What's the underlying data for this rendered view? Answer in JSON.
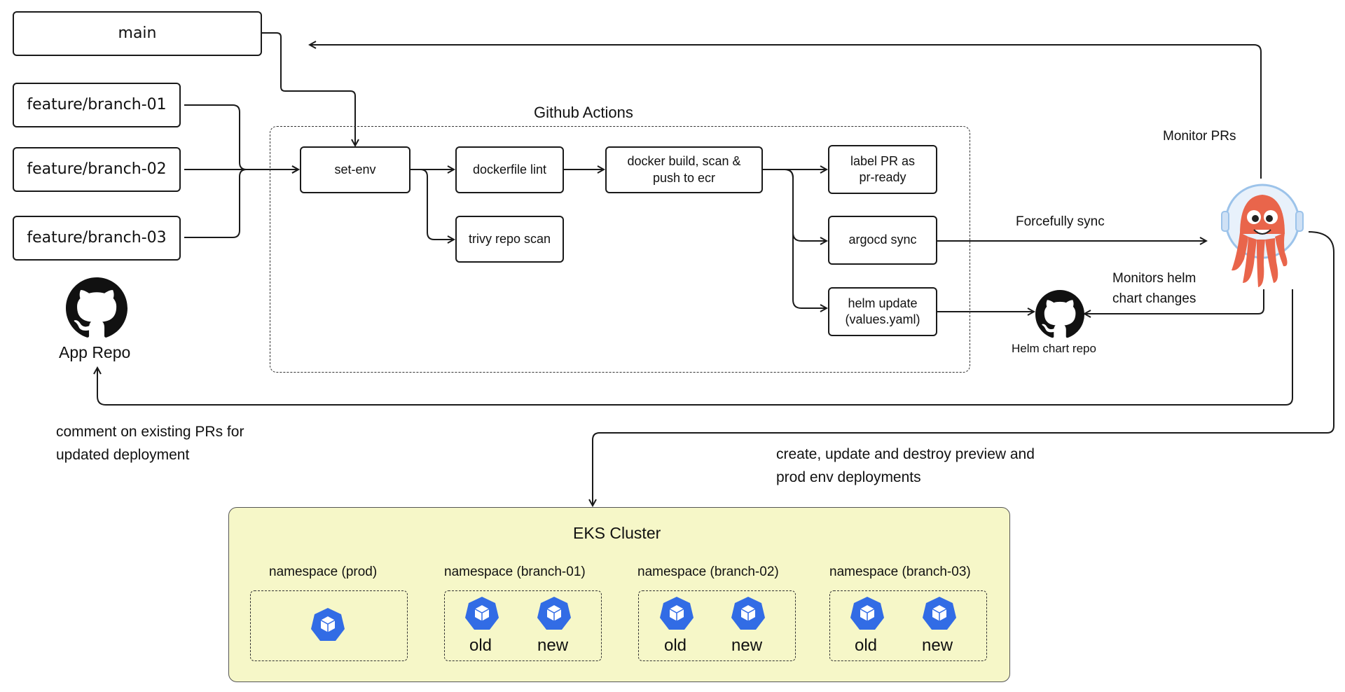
{
  "branches": {
    "main": "main",
    "f1": "feature/branch-01",
    "f2": "feature/branch-02",
    "f3": "feature/branch-03"
  },
  "app_repo": "App Repo",
  "github_actions": {
    "title": "Github Actions",
    "set_env": "set-env",
    "dockerfile_lint": "dockerfile lint",
    "trivy": "trivy repo scan",
    "docker_build": "docker build, scan & push to ecr",
    "label_pr": "label PR as pr-ready",
    "argocd_sync": "argocd sync",
    "helm_update": "helm update (values.yaml)"
  },
  "labels": {
    "monitor_prs": "Monitor PRs",
    "forcefully_sync": "Forcefully sync",
    "monitors_helm": "Monitors helm chart changes",
    "helm_chart_repo": "Helm chart repo",
    "comment": "comment on existing PRs for updated deployment",
    "create_update": "create, update and destroy preview and prod env deployments"
  },
  "cluster": {
    "title": "EKS Cluster",
    "namespaces": [
      {
        "label": "namespace (prod)"
      },
      {
        "label": "namespace (branch-01)",
        "old": "old",
        "new": "new"
      },
      {
        "label": "namespace (branch-02)",
        "old": "old",
        "new": "new"
      },
      {
        "label": "namespace (branch-03)",
        "old": "old",
        "new": "new"
      }
    ]
  },
  "colors": {
    "cluster_fill": "#f6f7c8",
    "pod_blue": "#326ce5",
    "argo_orange": "#e9654b"
  },
  "icons": [
    "github-icon",
    "argo-octopus-icon",
    "kubernetes-pod-icon"
  ]
}
